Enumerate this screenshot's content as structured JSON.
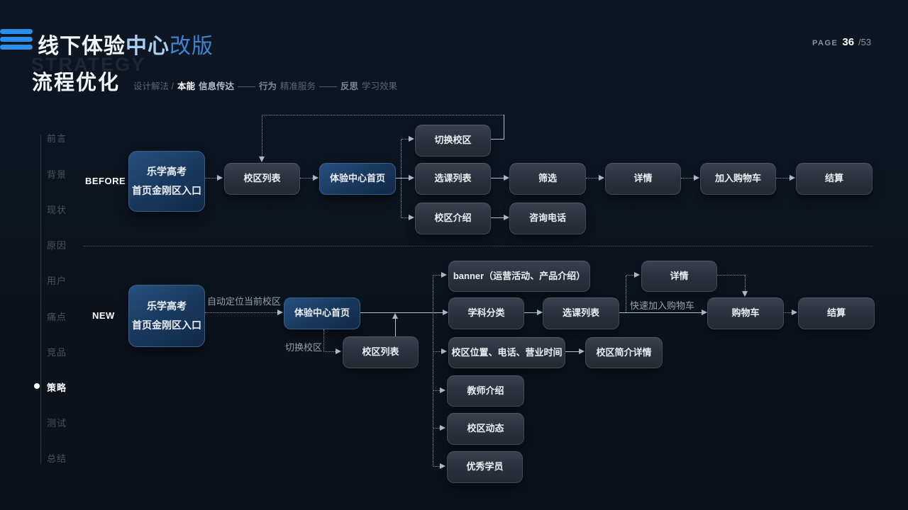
{
  "colors": {
    "accent_blue": "#2b8fef",
    "title_light_blue": "#a9cff2",
    "title_blue": "#3d85d3",
    "node_blue": "#1b3b62",
    "node_gray": "#2b313c",
    "background": "#0c131d"
  },
  "header": {
    "title": {
      "part1": "线下体验",
      "part2": "中心",
      "part3": "改版"
    },
    "page": {
      "label": "PAGE",
      "current": "36",
      "total": "/53"
    }
  },
  "section": {
    "ghost": "STRATEGY",
    "title": "流程优化",
    "subtitle_parts": [
      {
        "text": "设计解法 /"
      },
      {
        "text": "本能"
      },
      {
        "text": "信息传达"
      },
      {
        "text": "——"
      },
      {
        "text": "行为"
      },
      {
        "text": "精准服务"
      },
      {
        "text": "——"
      },
      {
        "text": "反思"
      },
      {
        "text": "学习效果"
      }
    ]
  },
  "sidebar": {
    "items": [
      {
        "label": "前言",
        "active": false
      },
      {
        "label": "背景",
        "active": false
      },
      {
        "label": "现状",
        "active": false
      },
      {
        "label": "原因",
        "active": false
      },
      {
        "label": "用户",
        "active": false
      },
      {
        "label": "痛点",
        "active": false
      },
      {
        "label": "竞品",
        "active": false
      },
      {
        "label": "策略",
        "active": true
      },
      {
        "label": "测试",
        "active": false
      },
      {
        "label": "总结",
        "active": false
      }
    ]
  },
  "flows": {
    "before": {
      "label": "BEFORE",
      "entry_line1": "乐学高考",
      "entry_line2": "首页金刚区入口",
      "nodes": {
        "campus_list": "校区列表",
        "center_home": "体验中心首页",
        "switch_campus": "切换校区",
        "course_list": "选课列表",
        "campus_intro": "校区介绍",
        "filter": "筛选",
        "consult_phone": "咨询电话",
        "detail": "详情",
        "add_cart": "加入购物车",
        "checkout": "结算"
      }
    },
    "new": {
      "label": "NEW",
      "entry_line1": "乐学高考",
      "entry_line2": "首页金刚区入口",
      "edge_labels": {
        "auto_locate": "自动定位当前校区",
        "switch_campus": "切换校区",
        "quick_add": "快速加入购物车"
      },
      "nodes": {
        "center_home": "体验中心首页",
        "campus_list": "校区列表",
        "banner": "banner（运营活动、产品介绍）",
        "subject_category": "学科分类",
        "course_list": "选课列表",
        "detail": "详情",
        "cart": "购物车",
        "checkout": "结算",
        "campus_info": "校区位置、电话、营业时间",
        "campus_profile": "校区简介详情",
        "teacher_intro": "教师介绍",
        "campus_news": "校区动态",
        "top_students": "优秀学员"
      }
    }
  }
}
